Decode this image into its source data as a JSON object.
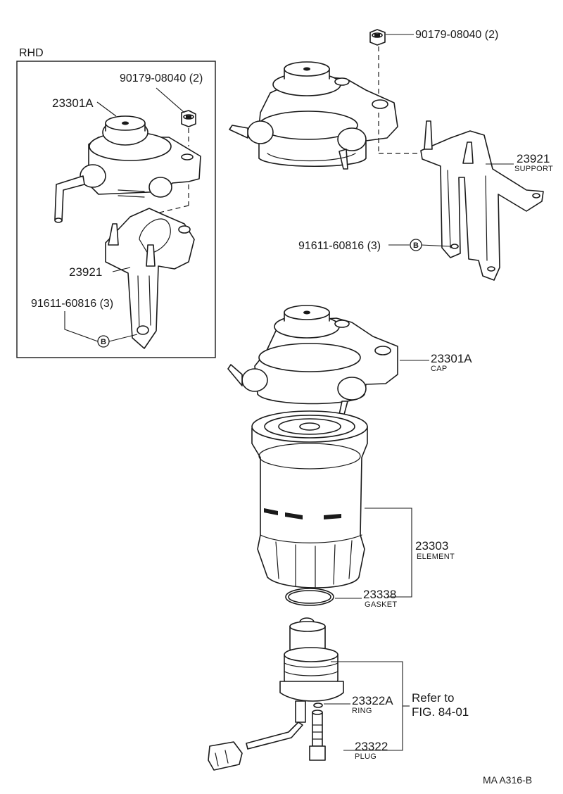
{
  "rhd_inset": {
    "title": "RHD",
    "labels": {
      "nut": "90179-08040 (2)",
      "cap": "23301A",
      "support": "23921",
      "bolt": "91611-60816 (3)"
    },
    "marker": "B"
  },
  "main": {
    "nut": {
      "number": "90179-08040 (2)"
    },
    "support": {
      "number": "23921",
      "name": "SUPPORT"
    },
    "bolt": {
      "number": "91611-60816 (3)",
      "marker": "B"
    },
    "cap": {
      "number": "23301A",
      "name": "CAP"
    },
    "element": {
      "number": "23303",
      "name": "ELEMENT"
    },
    "gasket": {
      "number": "23338",
      "name": "GASKET"
    },
    "ring": {
      "number": "23322A",
      "name": "RING"
    },
    "plug": {
      "number": "23322",
      "name": "PLUG"
    },
    "refer": {
      "line1": "Refer to",
      "line2": "FIG. 84-01"
    }
  },
  "footer": {
    "code": "MA  A316-B"
  }
}
